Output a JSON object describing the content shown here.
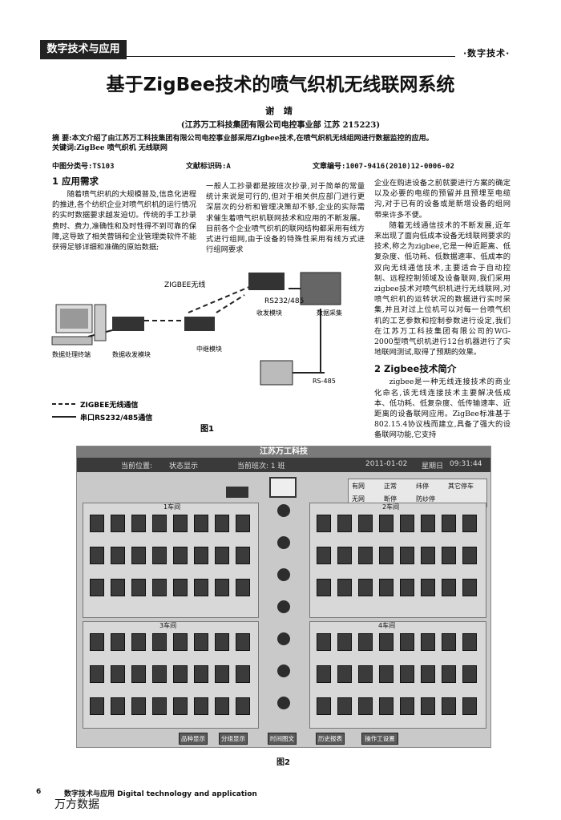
{
  "header": {
    "tag": "数字技术与应用",
    "right": "·数字技术·"
  },
  "title": "基于ZigBee技术的喷气织机无线联网系统",
  "author": "谢 靖",
  "affiliation": "(江苏万工科技集团有限公司电控事业部 江苏 215223)",
  "abstract": "摘 要:本文介绍了由江苏万工科技集团有限公司电控事业部采用Zigbee技术,在喷气织机无线组网进行数据监控的应用。",
  "keywords": "关键词:ZigBee 喷气织机 无线联网",
  "meta": {
    "class_no": "中图分类号:TS103",
    "doc_code": "文献标识码:A",
    "article_no": "文章编号:1007-9416(2010)12-0006-02"
  },
  "sections": {
    "s1_title": "1 应用需求",
    "s1_col1": "随着喷气织机的大规模普及,信息化进程的推进,各个纺织企业对喷气织机的运行情况的实时数据要求越发迫切。传统的手工抄录费时、费力,准确性和及时性得不到可靠的保障,这导致了相关营销和企业管理类软件不能获得足够详细和准确的原始数据;",
    "s1_col2": "一般人工抄录都是按班次抄录,对于简单的常量统计来说是可行的,但对于相关供应部门进行更深层次的分析和管理决策却不够,企业的实际需求催生着喷气织机联网技术和应用的不断发展。目前各个企业喷气织机的联网结构都采用有线方式进行组网,由于设备的特殊性采用有线方式进行组网要求",
    "s1_col3a": "企业在购进设备之前就要进行方案的确定以及必要的电缆的预留并且预埋至电缆沟,对于已有的设备或是新增设备的组网带来许多不便。",
    "s1_col3b": "随着无线通信技术的不断发展,近年来出现了面向低成本设备无线联网要求的技术,称之为zigbee,它是一种近距离、低复杂度、低功耗、低数据速率、低成本的双向无线通信技术,主要适合于自动控制、远程控制领域及设备联网,我们采用zigbee技术对喷气织机进行无线联网,对喷气织机的运转状况的数据进行实时采集,并且对过上位机可以对每一台喷气织机的工艺参数和控制参数进行设定,我们在江苏万工科技集团有限公司的WG-2000型喷气织机进行12台机器进行了实地联网测试,取得了预期的效果。",
    "s2_title": "2 Zigbee技术简介",
    "s2_text": "zigbee是一种无线连接技术的商业化命名,该无线连接技术主要解决低成本、低功耗、低复杂度、低传输速率、近距离的设备联网应用。ZigBee标准基于802.15.4协议栈而建立,具备了强大的设备联网功能,它支持"
  },
  "fig1": {
    "zigbee_label": "ZIGBEE无线",
    "rs_label": "RS232/485",
    "tx_module": "收发模块",
    "data_collect": "数据采集",
    "data_terminal": "数据处理终端",
    "data_txrx": "数据收发模块",
    "relay": "中继模块",
    "rs485": "RS-485",
    "legend_zigbee": "ZIGBEE无线通信",
    "legend_serial": "串口RS232/485通信",
    "caption": "图1"
  },
  "fig2": {
    "title": "江苏万工科技",
    "bar_position": "当前位置:",
    "bar_status": "状态显示",
    "bar_shift": "当前班次: 1 班",
    "bar_date": "2011-01-02",
    "bar_weekday": "星期日",
    "bar_time": "09:31:44",
    "legend": [
      "有网",
      "正常",
      "纬停",
      "其它停车",
      "无网",
      "断停",
      "防纱停"
    ],
    "workshops": [
      "1车间",
      "2车间",
      "3车间",
      "4车间"
    ],
    "buttons": [
      "品种显示",
      "分组显示",
      "时间图文",
      "历史报表",
      "操作工设置"
    ],
    "caption": "图2"
  },
  "footer": {
    "page": "6",
    "journal": "数字技术与应用 Digital technology and application",
    "watermark": "万方数据"
  }
}
